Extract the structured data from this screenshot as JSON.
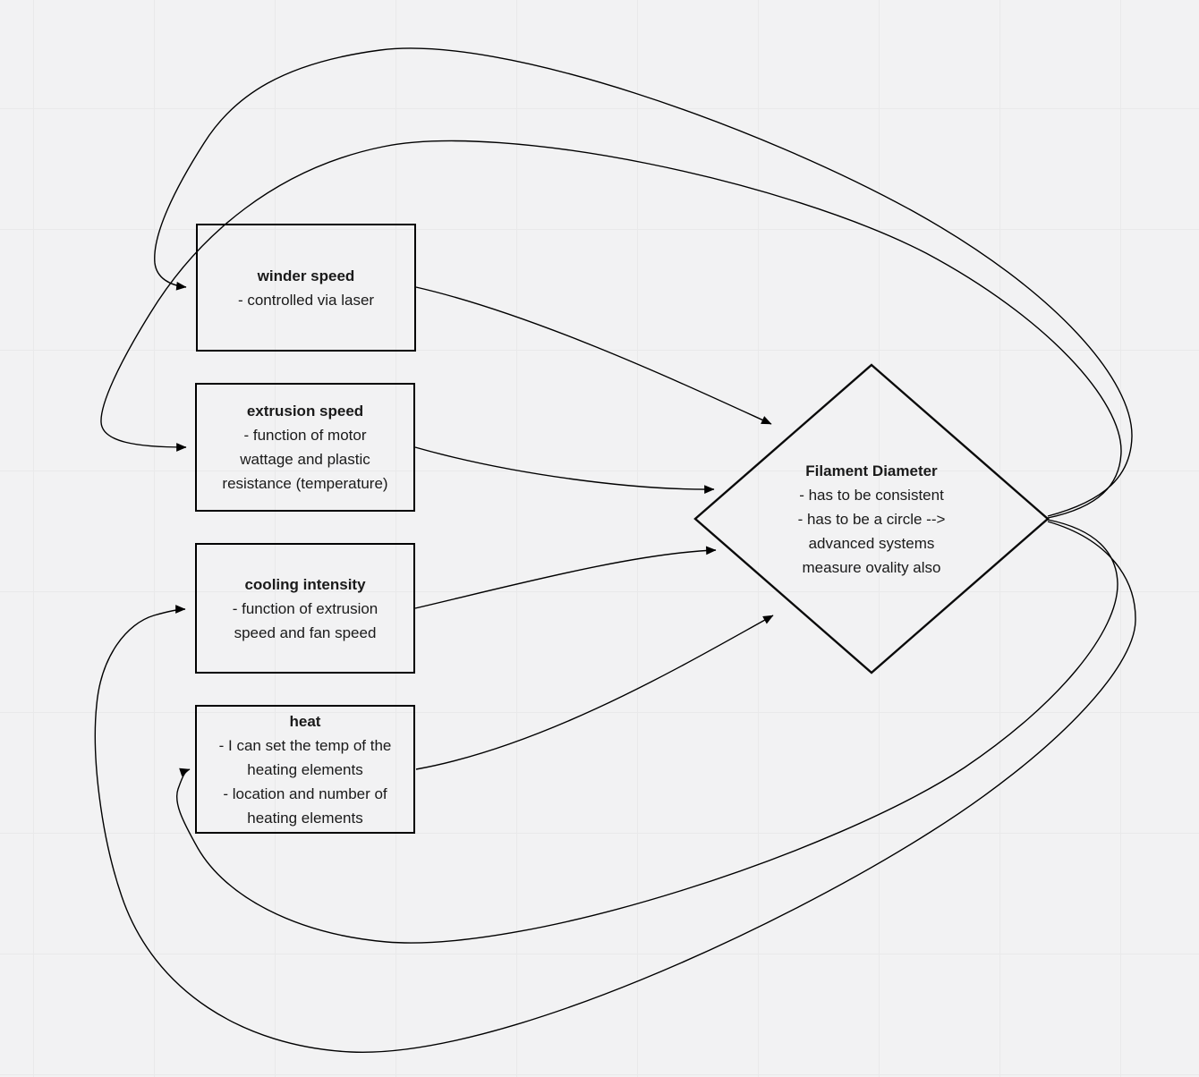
{
  "canvas": {
    "background_color": "#f2f2f3",
    "grid_color": "#e9e9ea",
    "grid_size": 135,
    "edge_color": "#000000",
    "node_border_color": "#000000",
    "text_color": "#1a1a1a"
  },
  "nodes": {
    "winder": {
      "title": "winder speed",
      "lines": [
        "- controlled via laser"
      ]
    },
    "extrusion": {
      "title": "extrusion speed",
      "lines": [
        "- function of motor",
        "wattage and plastic",
        "resistance (temperature)"
      ]
    },
    "cooling": {
      "title": "cooling intensity",
      "lines": [
        "- function of extrusion",
        "speed and fan speed"
      ]
    },
    "heat": {
      "title": "heat",
      "lines": [
        "- I can set the temp of the",
        "heating elements",
        "- location and number of",
        "heating elements"
      ]
    },
    "diamond": {
      "title": "Filament Diameter",
      "lines": [
        "- has to be consistent",
        "- has to be a circle -->",
        "advanced systems",
        "measure ovality also"
      ]
    }
  },
  "edges": [
    {
      "from": "winder speed",
      "to": "Filament Diameter",
      "kind": "input"
    },
    {
      "from": "extrusion speed",
      "to": "Filament Diameter",
      "kind": "input"
    },
    {
      "from": "cooling intensity",
      "to": "Filament Diameter",
      "kind": "input"
    },
    {
      "from": "heat",
      "to": "Filament Diameter",
      "kind": "input"
    },
    {
      "from": "Filament Diameter",
      "to": "winder speed",
      "kind": "feedback-loop"
    },
    {
      "from": "Filament Diameter",
      "to": "extrusion speed",
      "kind": "feedback-loop"
    },
    {
      "from": "Filament Diameter",
      "to": "cooling intensity",
      "kind": "feedback-loop"
    },
    {
      "from": "Filament Diameter",
      "to": "heat",
      "kind": "feedback-loop"
    }
  ]
}
